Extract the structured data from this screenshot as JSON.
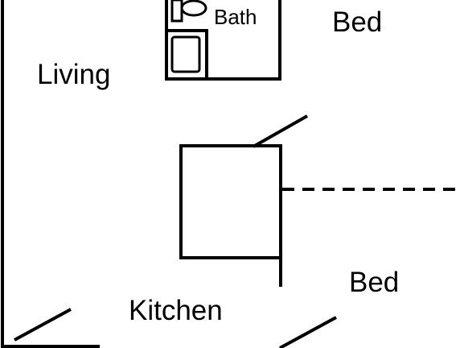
{
  "rooms": {
    "bath": "Bath",
    "bed_top": "Bed",
    "living": "Living",
    "kitchen": "Kitchen",
    "bed_bottom": "Bed"
  }
}
